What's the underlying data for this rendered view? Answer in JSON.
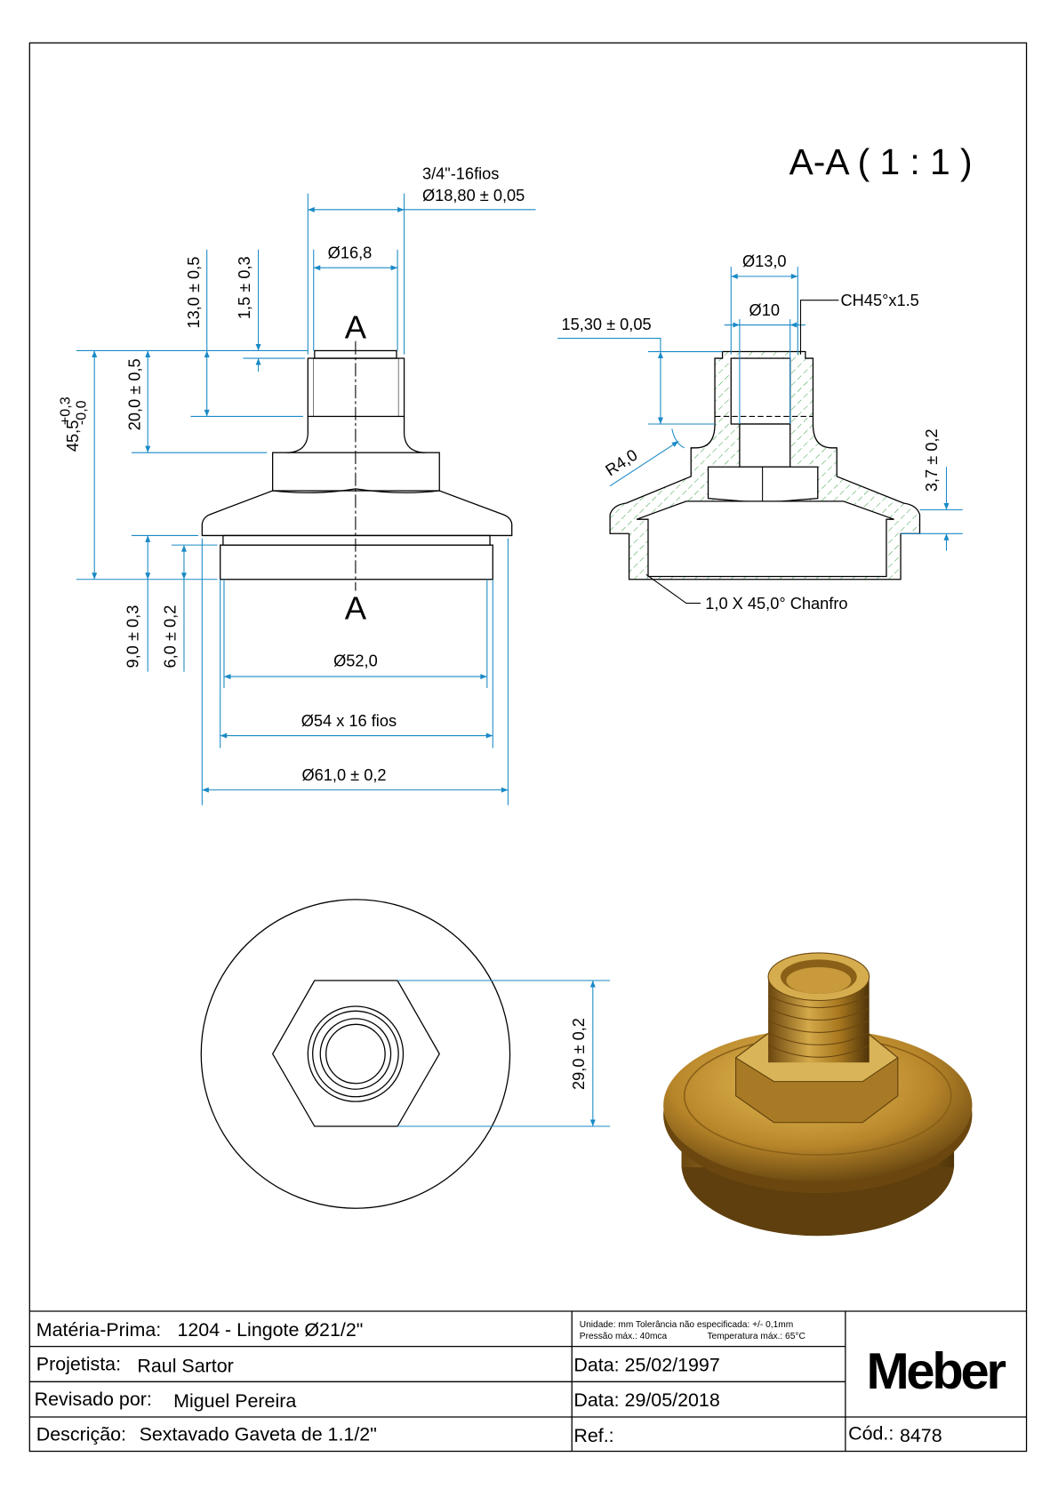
{
  "section_title": "A-A ( 1 : 1 )",
  "section_marks": [
    "A",
    "A"
  ],
  "front_view": {
    "thread_spec": "3/4\"-16fios",
    "d_18_80": "Ø18,80 ± 0,05",
    "d_16_8": "Ø16,8",
    "h_13": "13,0 ± 0,5",
    "h_1_5": "1,5 ± 0,3",
    "h_20": "20,0 ± 0,5",
    "h_45_5": "45,5",
    "h_45_5_tol_plus": "+0,3",
    "h_45_5_tol_minus": "-0,0",
    "h_9": "9,0 ± 0,3",
    "h_6": "6,0 ± 0,2",
    "d_52": "Ø52,0",
    "d_54": "Ø54 x 16 fios",
    "d_61": "Ø61,0 ± 0,2"
  },
  "section_view": {
    "d_13": "Ø13,0",
    "d_10": "Ø10",
    "chamfer_top": "CH45°x1.5",
    "h_15_30": "15,30 ± 0,05",
    "radius": "R4,0",
    "h_3_7": "3,7 ± 0,2",
    "chamfer_bottom": "1,0 X 45,0° Chanfro"
  },
  "bottom_view": {
    "hex_size": "29,0 ± 0,2"
  },
  "title_block": {
    "materia_label": "Matéria-Prima:",
    "materia_value": "1204 - Lingote Ø21/2\"",
    "notes_line1": "Unidade: mm Tolerância não especificada: +/- 0,1mm",
    "notes_line2_a": "Pressão máx.: 40mca",
    "notes_line2_b": "Temperatura máx.: 65°C",
    "projetista_label": "Projetista:",
    "projetista_value": "Raul Sartor",
    "data1": "Data: 25/02/1997",
    "revisado_label": "Revisado por:",
    "revisado_value": "Miguel Pereira",
    "data2": "Data: 29/05/2018",
    "descricao_label": "Descrição:",
    "descricao_value": "Sextavado Gaveta de 1.1/2\"",
    "ref": "Ref.:",
    "cod_label": "Cód.:",
    "cod_value": "8478",
    "logo": "Meber"
  },
  "colors": {
    "dimension": "#1a8ac6",
    "hatch": "#2e9a3a",
    "brass": "#b8862a"
  }
}
